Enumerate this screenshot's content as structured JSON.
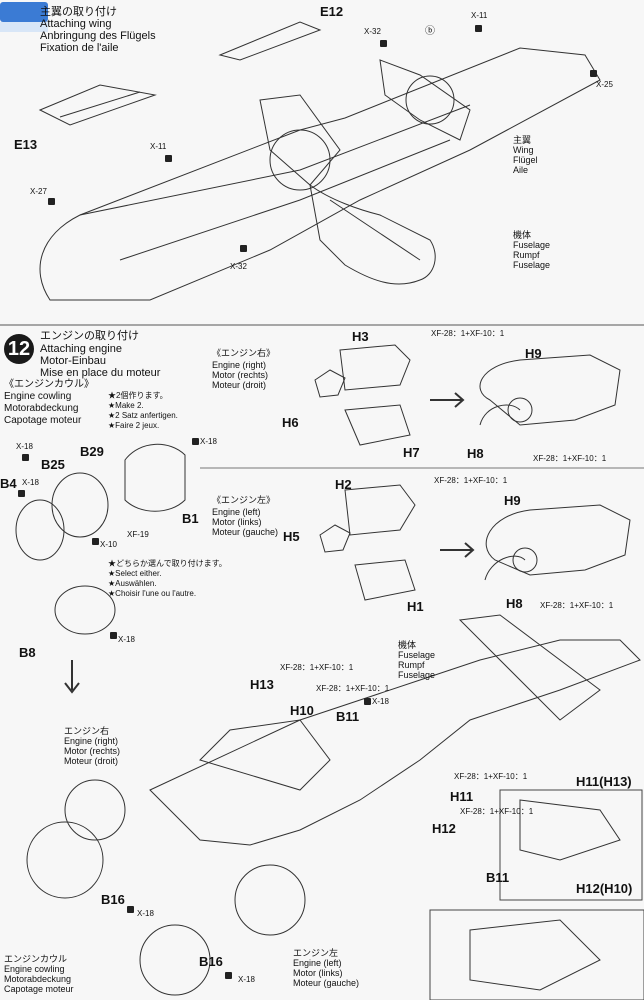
{
  "step11": {
    "title": [
      "主翼の取り付け",
      "Attaching wing",
      "Anbringung des Flügels",
      "Fixation de l'aile"
    ],
    "parts": {
      "e12": "E12",
      "e13": "E13",
      "b": "ⓑ"
    },
    "screws": {
      "x32a": "X-32",
      "x11a": "X-11",
      "x25": "X-25",
      "x11b": "X-11",
      "x27": "X-27",
      "x32b": "X-32"
    },
    "wing_label": [
      "主翼",
      "Wing",
      "Flügel",
      "Aile"
    ],
    "fuselage_label": [
      "機体",
      "Fuselage",
      "Rumpf",
      "Fuselage"
    ]
  },
  "step12": {
    "number": "12",
    "title": [
      "エンジンの取り付け",
      "Attaching engine",
      "Motor-Einbau",
      "Mise en place du moteur"
    ],
    "cowling_heading": [
      "《エンジンカウル》",
      "Engine cowling",
      "Motorabdeckung",
      "Capotage moteur"
    ],
    "make2": [
      "★2個作ります。",
      "★Make 2.",
      "★2 Satz anfertigen.",
      "★Faire 2 jeux."
    ],
    "select": [
      "★どちらか選んで取り付けます。",
      "★Select either.",
      "★Auswählen.",
      "★Choisir l'une ou l'autre."
    ],
    "engine_right_heading": [
      "《エンジン右》",
      "Engine (right)",
      "Motor (rechts)",
      "Moteur (droit)"
    ],
    "engine_left_heading": [
      "《エンジン左》",
      "Engine (left)",
      "Motor (links)",
      "Moteur (gauche)"
    ],
    "paint_mix": "XF-28：1+XF-10：1",
    "parts": {
      "h3": "H3",
      "h6": "H6",
      "h7": "H7",
      "h9a": "H9",
      "h8a": "H8",
      "h2": "H2",
      "h5": "H5",
      "h1": "H1",
      "h9b": "H9",
      "h8b": "H8",
      "b29": "B29",
      "b25": "B25",
      "b4": "B4",
      "b1": "B1",
      "b8": "B8",
      "h13": "H13",
      "h10": "H10",
      "b11a": "B11",
      "h11": "H11",
      "h12": "H12",
      "b16a": "B16",
      "b16b": "B16",
      "b11b": "B11",
      "h11h13": "H11(H13)",
      "h12h10": "H12(H10)"
    },
    "screws": {
      "x18a": "X-18",
      "x18b": "X-18",
      "x18c": "X-18",
      "x10": "X-10",
      "xf19": "XF-19",
      "x18d": "X-18",
      "x18e": "X-18",
      "x18f": "X-18",
      "x18g": "X-18"
    },
    "fuselage_label": [
      "機体",
      "Fuselage",
      "Rumpf",
      "Fuselage"
    ],
    "engine_right_label": [
      "エンジン右",
      "Engine (right)",
      "Motor (rechts)",
      "Moteur (droit)"
    ],
    "engine_left_label": [
      "エンジン左",
      "Engine (left)",
      "Motor (links)",
      "Moteur (gauche)"
    ],
    "cowling_label": [
      "エンジンカウル",
      "Engine cowling",
      "Motorabdeckung",
      "Capotage moteur"
    ]
  }
}
